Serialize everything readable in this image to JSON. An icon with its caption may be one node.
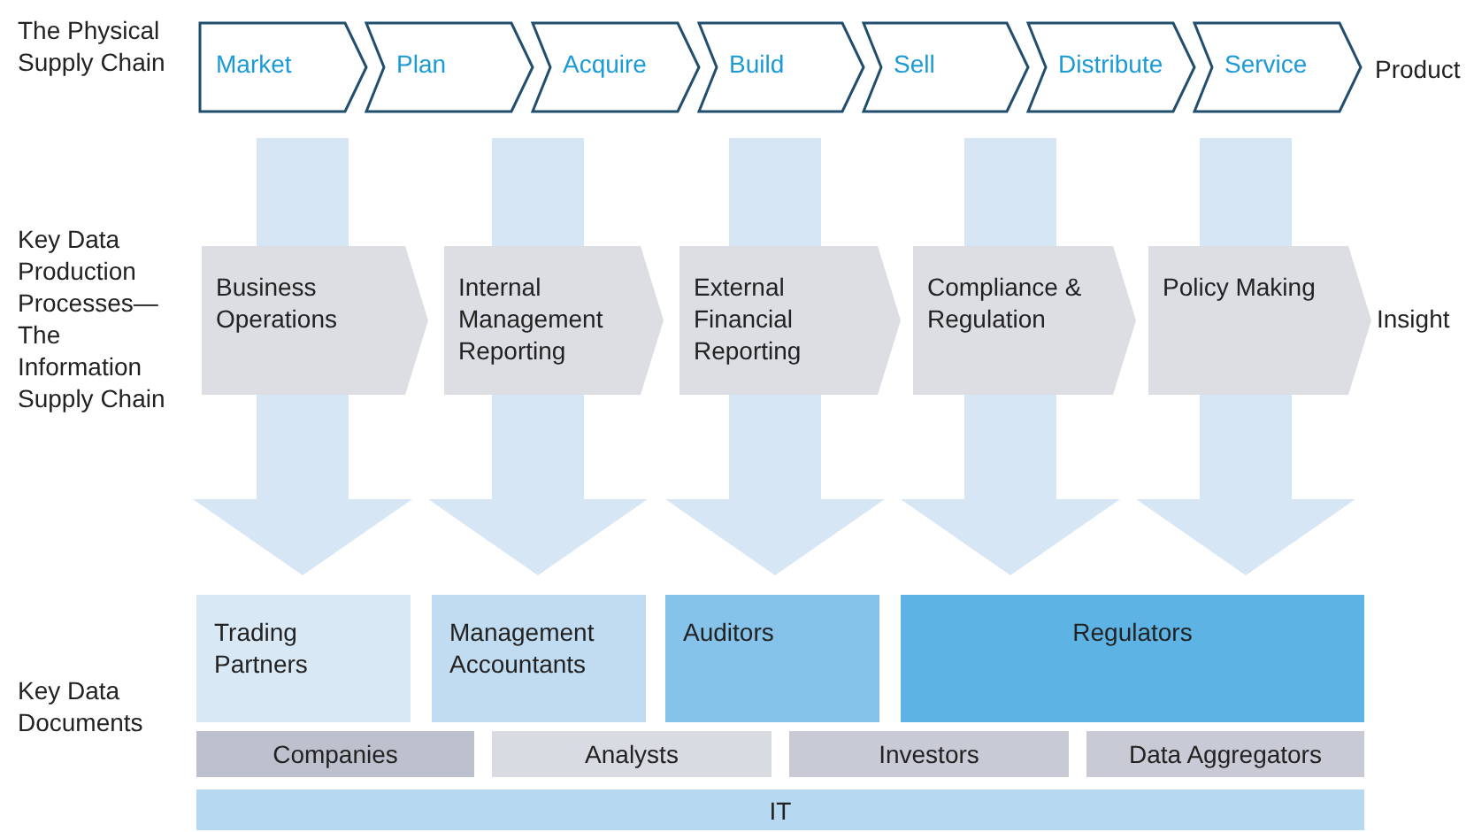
{
  "diagram": {
    "nodes": [
      {
        "text": [
          "Market"
        ]
      },
      {
        "text": [
          "Plan"
        ]
      },
      {
        "text": [
          "Acquire"
        ]
      },
      {
        "text": [
          "Build"
        ]
      },
      {
        "text": [
          "Sell"
        ]
      },
      {
        "text": [
          "Distribute"
        ]
      },
      {
        "text": [
          "Service"
        ]
      },
      {
        "text": [
          "Business Operations"
        ]
      },
      {
        "text": [
          "Internal Management Reporting"
        ]
      },
      {
        "text": [
          "External Financial Reporting"
        ]
      },
      {
        "text": [
          "Compliance & Regulation"
        ]
      },
      {
        "text": [
          "Policy Making"
        ]
      },
      {
        "text": [
          "Trading Partners"
        ]
      },
      {
        "text": [
          "Management Accountants"
        ]
      },
      {
        "text": [
          "Auditors"
        ]
      },
      {
        "text": [
          "Regulators"
        ]
      },
      {
        "text": [
          "Companies"
        ]
      },
      {
        "text": [
          "Analysts"
        ]
      },
      {
        "text": [
          "Investors"
        ]
      },
      {
        "text": [
          "Data Aggregators"
        ]
      },
      {
        "text": [
          "IT"
        ]
      }
    ],
    "edges": [
      {
        "from": 0,
        "to": 12,
        "arrow": "to"
      },
      {
        "from": 2,
        "to": 13,
        "arrow": "to"
      },
      {
        "from": 3,
        "to": 14,
        "arrow": "to"
      },
      {
        "from": 4,
        "to": 15,
        "arrow": "to"
      },
      {
        "from": 6,
        "to": 15,
        "arrow": "to"
      }
    ],
    "labels": [
      "The Physical Supply Chain",
      "Product",
      "Key Data Production Processes— The Information Supply Chain",
      "Insight",
      "Key Data Documents"
    ]
  }
}
